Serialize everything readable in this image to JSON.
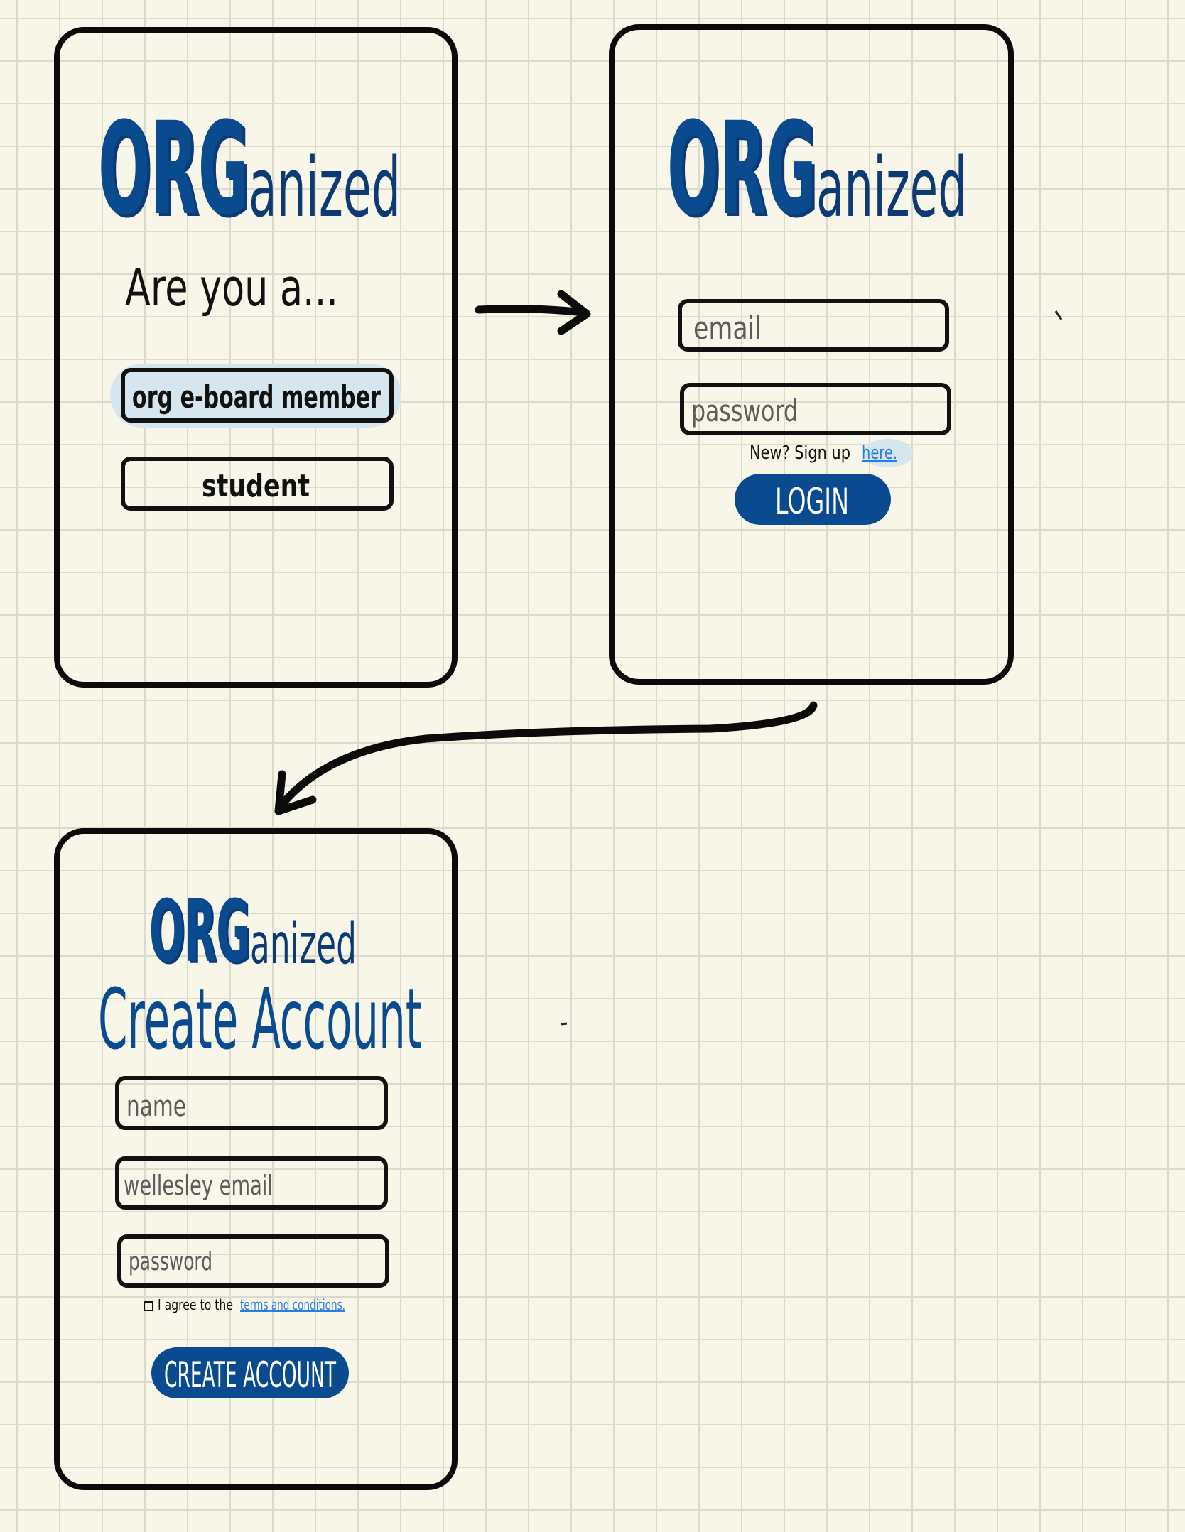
{
  "brand": {
    "logo_bold": "ORG",
    "logo_rest": "anized"
  },
  "colors": {
    "brand_blue": "#0a4a8f",
    "brand_dark": "#0d3a73",
    "link_blue": "#2a7de1",
    "highlight": "#d6e6ee",
    "paper": "#f8f5e9",
    "grid": "#dcdacd"
  },
  "role_screen": {
    "prompt": "Are you a...",
    "options": [
      {
        "label": "org e-board member",
        "highlighted": true
      },
      {
        "label": "student",
        "highlighted": false
      }
    ]
  },
  "login_screen": {
    "email_placeholder": "email",
    "password_placeholder": "password",
    "signup_prompt": "New? Sign up",
    "signup_link": "here.",
    "login_button": "LOGIN"
  },
  "signup_screen": {
    "title": "Create Account",
    "name_placeholder": "name",
    "email_placeholder": "wellesley email",
    "password_placeholder": "password",
    "agree_text": "I agree to the",
    "terms_link": "terms and conditions.",
    "agree_checked": false,
    "create_button": "CREATE ACCOUNT"
  },
  "flow": {
    "arrows": [
      "role-to-login",
      "login-to-signup"
    ]
  }
}
